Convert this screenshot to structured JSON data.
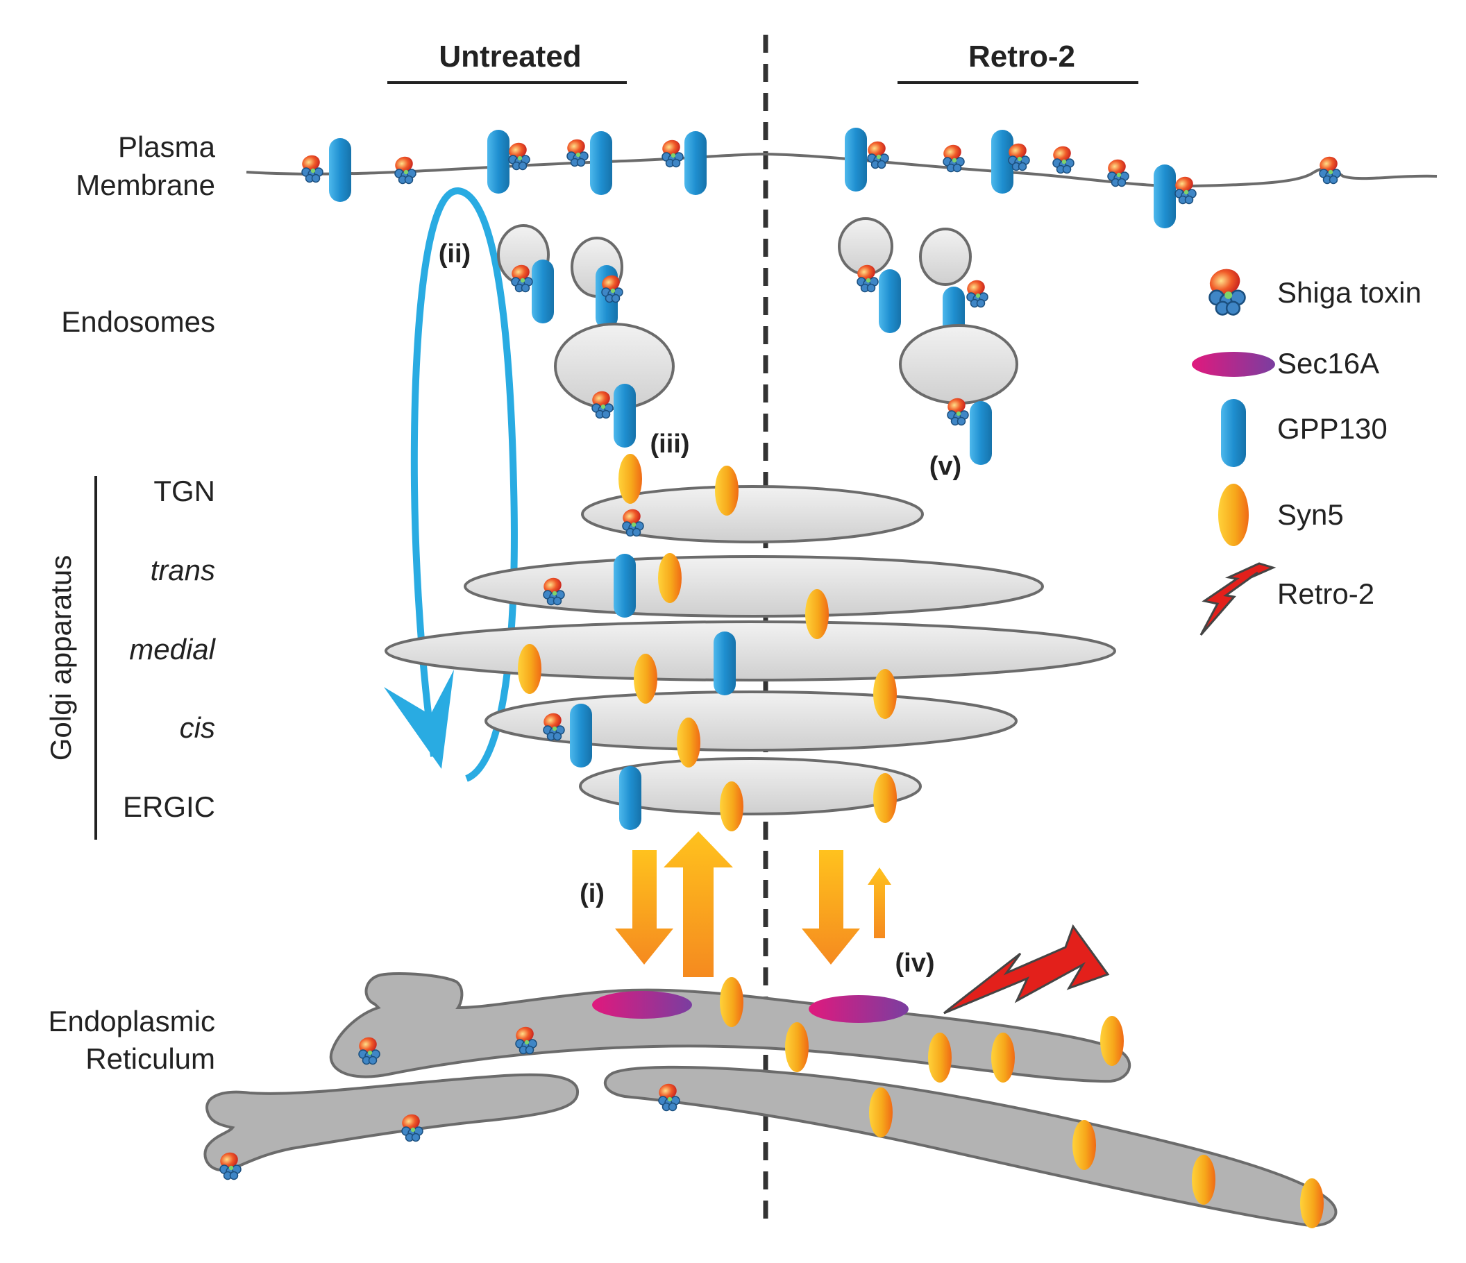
{
  "conditions": {
    "left": "Untreated",
    "right": "Retro-2"
  },
  "compartments": {
    "plasma_membrane": [
      "Plasma",
      "Membrane"
    ],
    "endosomes": "Endosomes",
    "golgi": "Golgi apparatus",
    "tgn": "TGN",
    "trans": "trans",
    "medial": "medial",
    "cis": "cis",
    "ergic": "ERGIC",
    "er": [
      "Endoplasmic",
      "Reticulum"
    ]
  },
  "steps": {
    "i": "(i)",
    "ii": "(ii)",
    "iii": "(iii)",
    "iv": "(iv)",
    "v": "(v)"
  },
  "legend": [
    {
      "icon": "shiga-toxin-icon",
      "label": "Shiga toxin"
    },
    {
      "icon": "sec16a-icon",
      "label": "Sec16A"
    },
    {
      "icon": "gpp130-icon",
      "label": "GPP130"
    },
    {
      "icon": "syn5-icon",
      "label": "Syn5"
    },
    {
      "icon": "retro2-icon",
      "label": "Retro-2"
    }
  ],
  "colors": {
    "gpp130": "#1f8fd0",
    "syn5": "#f7a81b",
    "sec16a_start": "#e0197d",
    "sec16a_end": "#7a3ea0",
    "retro2": "#e3201b",
    "cycle_arrow": "#29abe2",
    "organelle_fill": "#d9d9d9",
    "er_fill": "#b3b3b3",
    "outline": "#595959"
  }
}
